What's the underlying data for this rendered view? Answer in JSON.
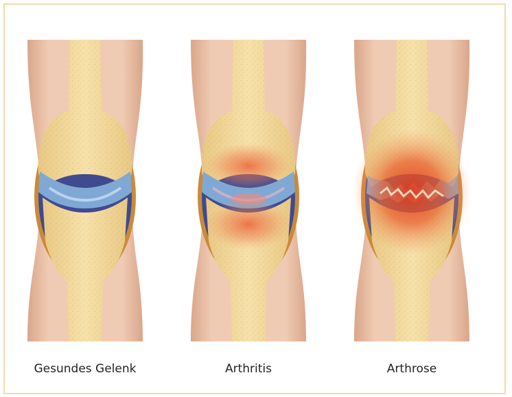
{
  "panels": [
    {
      "label": "Gesundes Gelenk",
      "state": "healthy"
    },
    {
      "label": "Arthritis",
      "state": "arthritis"
    },
    {
      "label": "Arthrose",
      "state": "arthrose"
    }
  ],
  "colors": {
    "skin": "#edc3a8",
    "bone": "#f3d99b",
    "cartilage": "#7fa9d4",
    "capsule": "#c98a3a",
    "inflammation": "#e8502a",
    "frame": "#f7d9a8"
  }
}
